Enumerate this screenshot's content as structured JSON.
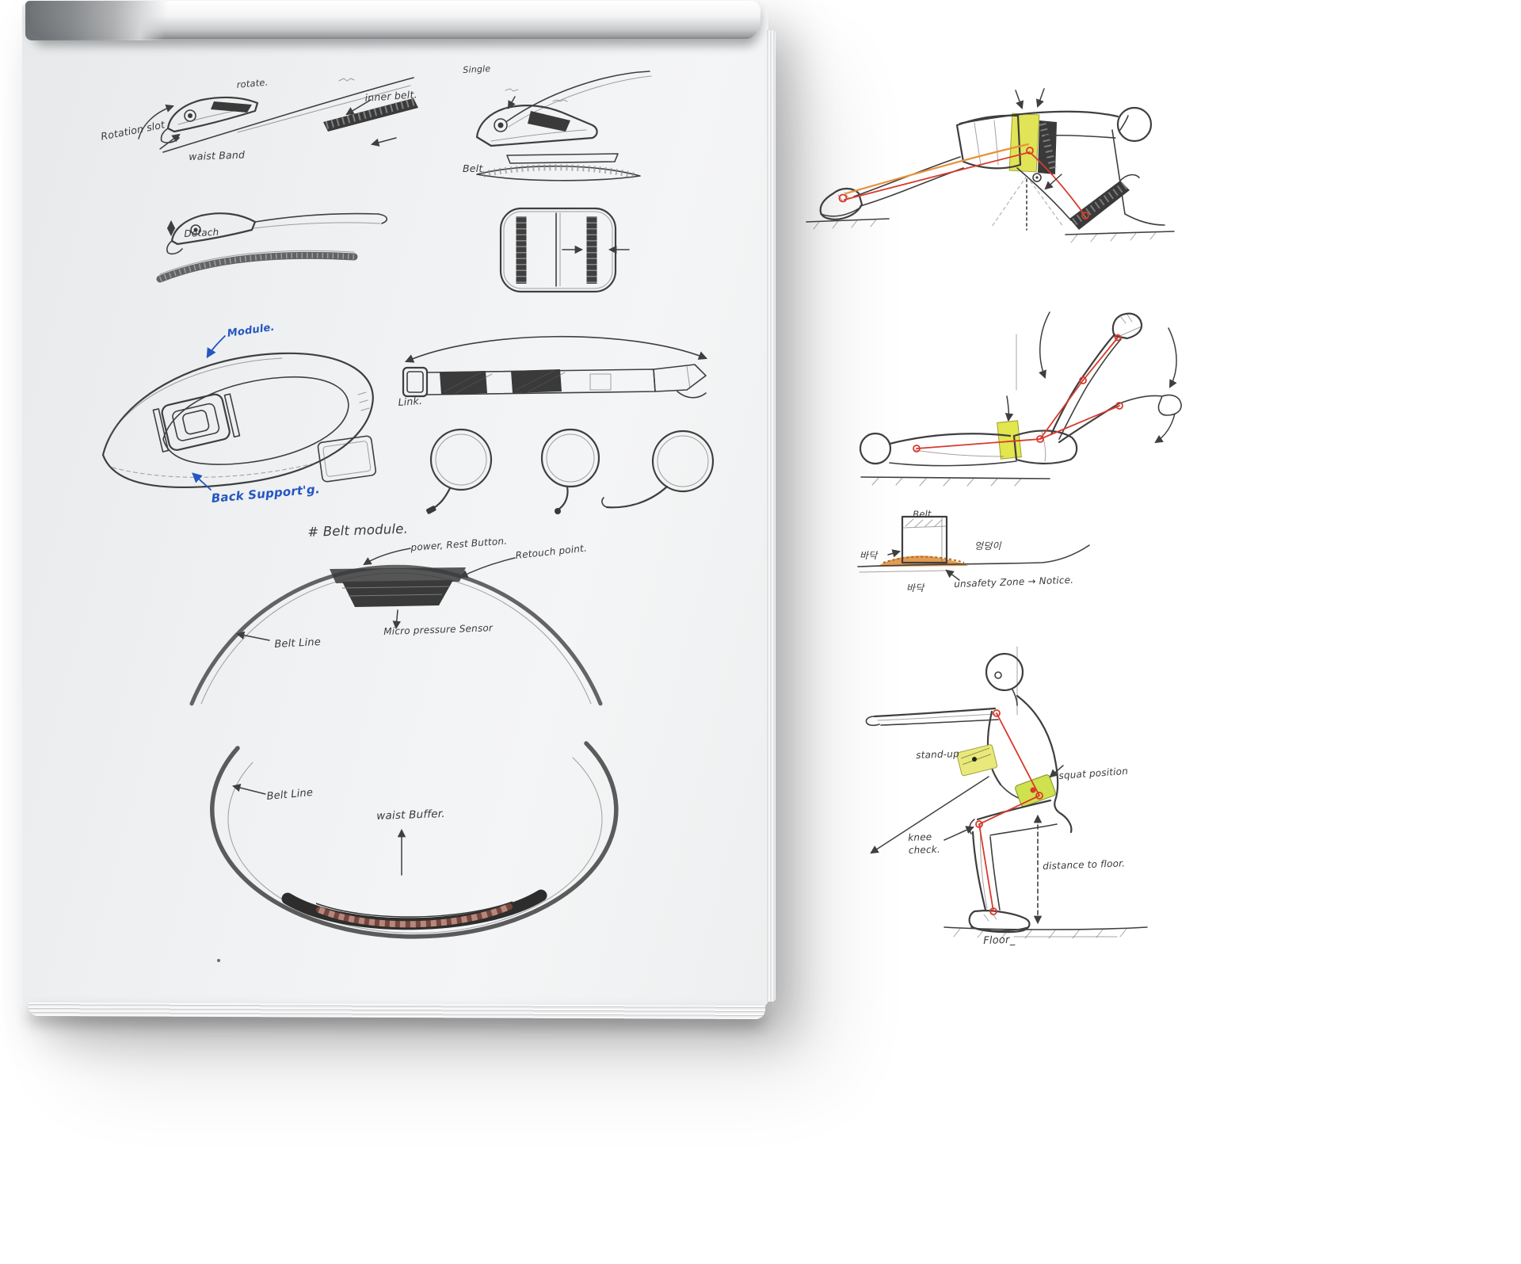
{
  "pad": {
    "clip_front": {
      "rotate": "rotate.",
      "inner_belt": "inner belt.",
      "rotation_slot": "Rotation slot",
      "waist_band": "waist Band"
    },
    "clip_side": {
      "title": "Single",
      "belt": "Belt"
    },
    "detach": {
      "label": "Detach"
    },
    "belt_3d": {
      "module": "Module.",
      "back_support": "Back Support'g."
    },
    "flat_belt": {
      "link": "Link."
    },
    "heading": "# Belt module.",
    "arc_top": {
      "power": "power, Rest Button.",
      "retouch": "Retouch point.",
      "sensor": "Micro pressure Sensor",
      "belt_line": "Belt Line"
    },
    "arc_bottom": {
      "belt_line": "Belt Line",
      "waist_buffer": "waist Buffer."
    }
  },
  "exercises": {
    "floor": {
      "belt": "Belt",
      "floor_left": "바닥",
      "hip": "엉덩이",
      "floor_bottom": "바닥",
      "notice": "unsafety Zone → Notice."
    },
    "squat": {
      "stand_up": "stand-up",
      "squat_position": "squat position",
      "knee_check": "knee check.",
      "distance": "distance to floor.",
      "floor": "Floor_"
    }
  },
  "colors": {
    "ink": "#3f3f3f",
    "red": "#d93a2c",
    "orange": "#e8923a",
    "belt_yellow": "#e2e64f",
    "module_green": "#cfe14d",
    "blue_note": "#2456c2"
  }
}
